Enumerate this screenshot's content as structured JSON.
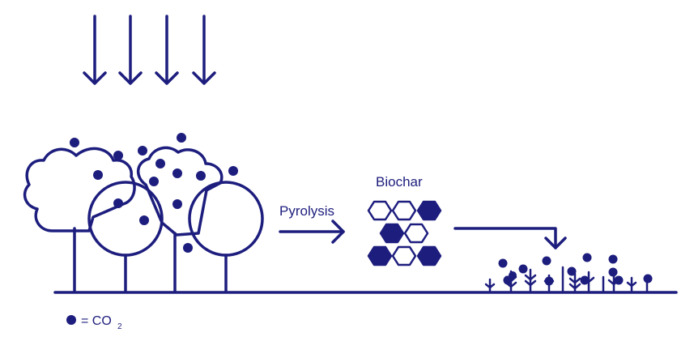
{
  "labels": {
    "pyrolysis": "Pyrolysis",
    "biochar": "Biochar",
    "legend_eq": "= CO",
    "legend_sub": "2"
  },
  "colors": {
    "primary": "#1d1d7e",
    "background": "#ffffff"
  },
  "icons": {
    "sunlight": "down-arrow-icon",
    "co2": "co2-dot-icon",
    "biochar": "hexagon-icon",
    "plant": "seedling-icon"
  }
}
